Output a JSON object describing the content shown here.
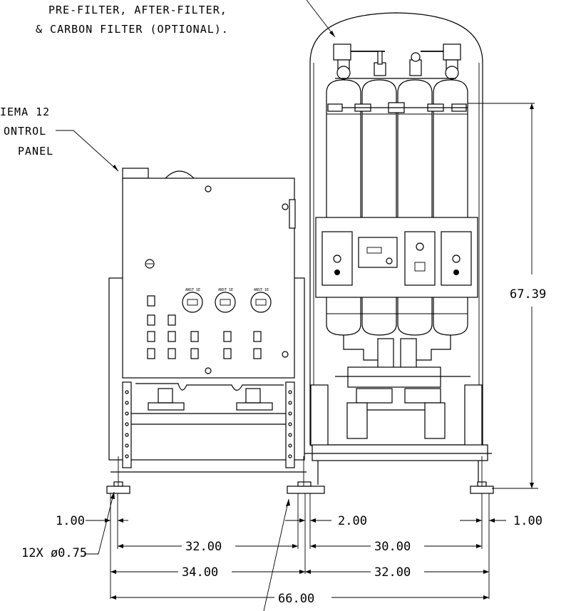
{
  "notes": {
    "filter_note": "PRE-FILTER, AFTER-FILTER,",
    "filter_note_line2": "& CARBON FILTER (OPTIONAL).",
    "panel_note_line1": "IEMA 12",
    "panel_note_line2": "ONTROL",
    "panel_note_line3": "PANEL"
  },
  "dimensions": {
    "height_right": "67.39",
    "left_edge_offset": "1.00",
    "center_gap": "2.00",
    "right_edge_offset": "1.00",
    "left_inner_span": "32.00",
    "right_inner_span": "30.00",
    "left_outer_span": "34.00",
    "right_outer_span": "32.00",
    "overall_width": "66.00",
    "hole_callout": "12X ø0.75"
  },
  "panel_labels": {
    "selector_1": "ANST 1E",
    "selector_2": "ANST 1E",
    "selector_3": "ANST 1E"
  }
}
